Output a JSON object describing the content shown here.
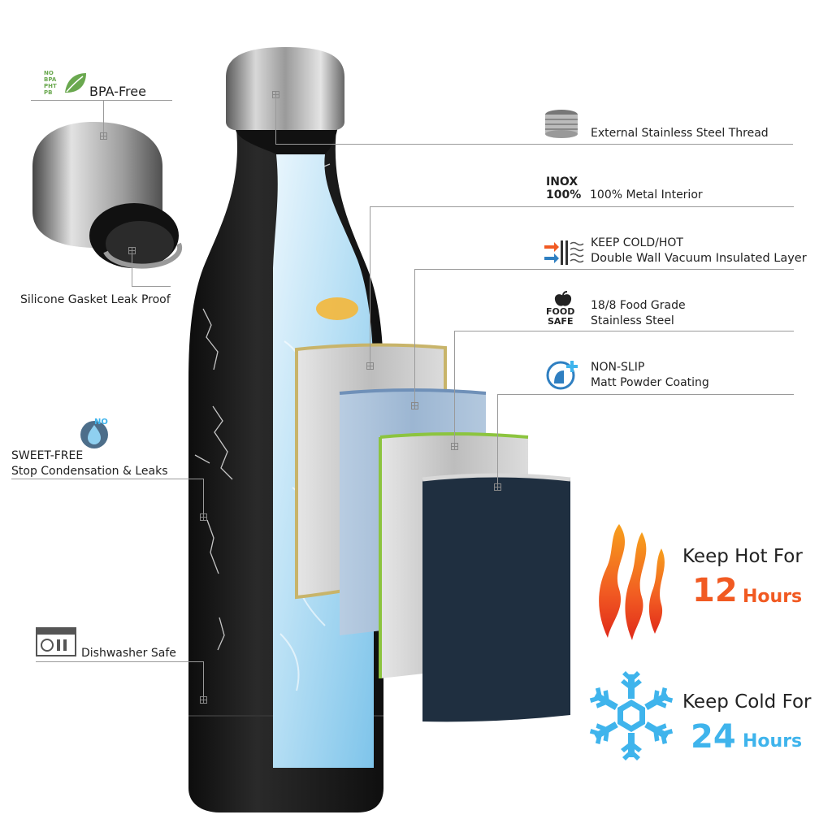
{
  "labels": {
    "bpa_free": "BPA-Free",
    "bpa_badge_lines": [
      "NO",
      "BPA",
      "PHT",
      "PB"
    ],
    "gasket": "Silicone Gasket Leak Proof",
    "sweat_free_title": "SWEET-FREE",
    "sweat_free_desc": "Stop Condensation & Leaks",
    "sweat_badge": "NO",
    "dishwasher": "Dishwasher Safe",
    "thread": "External Stainless Steel Thread",
    "inox_badge_top": "INOX",
    "inox_badge_bottom": "100%",
    "metal_interior": "100% Metal Interior",
    "cold_hot_title": "KEEP COLD/HOT",
    "cold_hot_desc": "Double Wall Vacuum Insulated Layer",
    "food_badge_top": "FOOD",
    "food_badge_bottom": "SAFE",
    "food_grade_title": "18/8 Food Grade",
    "food_grade_desc": "Stainless Steel",
    "nonslip_title": "NON-SLIP",
    "nonslip_desc": "Matt Powder Coating"
  },
  "promo": {
    "hot_title": "Keep Hot For",
    "hot_number": "12",
    "hot_unit": "Hours",
    "cold_title": "Keep Cold For",
    "cold_number": "24",
    "cold_unit": "Hours"
  },
  "colors": {
    "hot_accent": "#f15a22",
    "cold_accent": "#3fb4ec",
    "bottle_body": "#1b1b1b",
    "layer_gold_edge": "#c8b46a",
    "layer_blue": "#a9c3de",
    "layer_green_edge": "#8cc43f",
    "layer_navy": "#1f2f40"
  },
  "icons": [
    "leaf-icon",
    "shield-drop-icon",
    "dishwasher-icon",
    "thread-icon",
    "insulation-arrows-icon",
    "apple-icon",
    "hand-cross-icon",
    "flame-icon",
    "snowflake-icon"
  ]
}
